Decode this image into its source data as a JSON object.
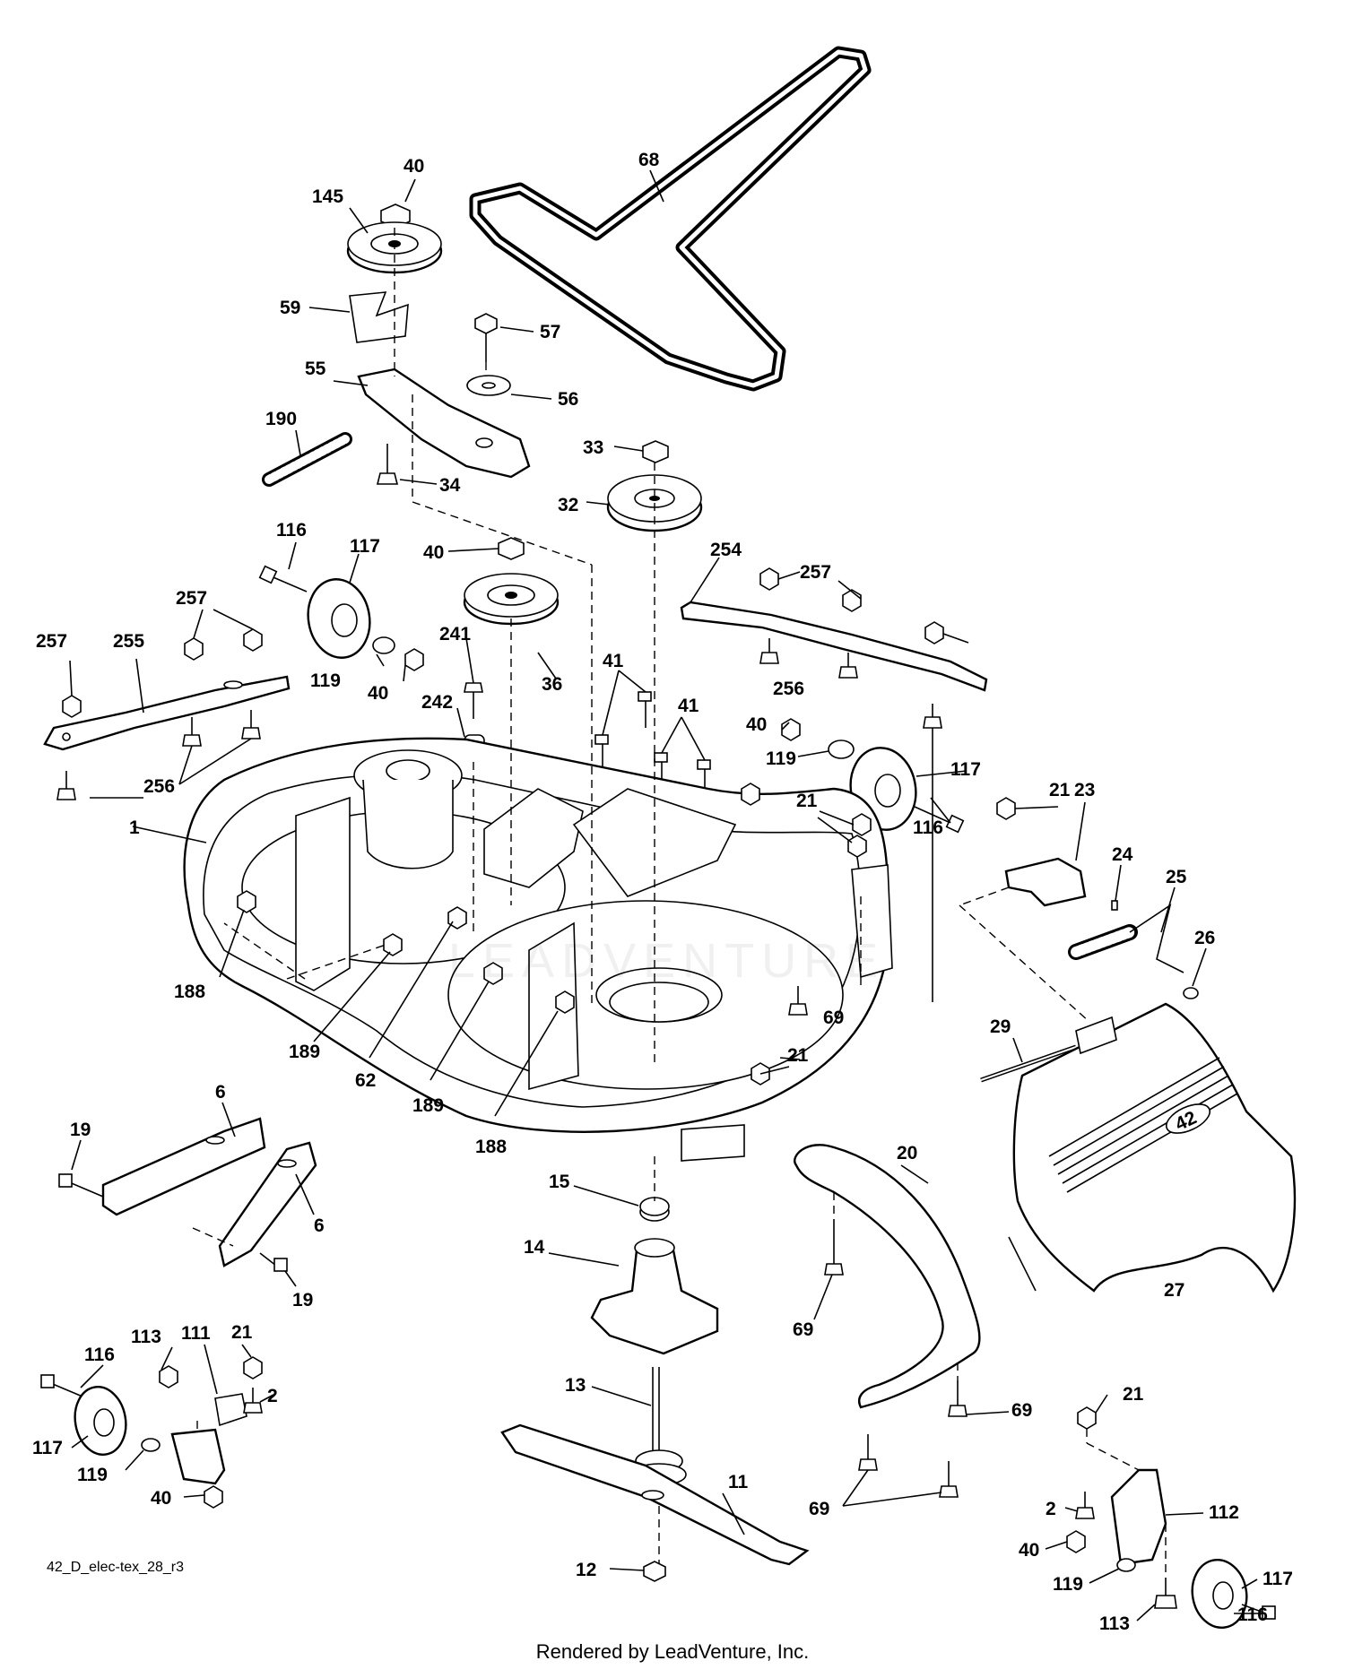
{
  "drawing_code": "42_D_elec-tex_28_r3",
  "footer_text": "Rendered by LeadVenture, Inc.",
  "deck_badge": "42",
  "watermark": "LEADVENTURE",
  "callouts": [
    "68",
    "40",
    "145",
    "59",
    "57",
    "55",
    "56",
    "190",
    "34",
    "33",
    "32",
    "254",
    "257",
    "116",
    "117",
    "40",
    "257",
    "255",
    "257",
    "241",
    "36",
    "41",
    "41",
    "119",
    "40",
    "256",
    "242",
    "256",
    "40",
    "119",
    "117",
    "21",
    "23",
    "1",
    "21",
    "116",
    "24",
    "25",
    "26",
    "188",
    "189",
    "62",
    "189",
    "69",
    "21",
    "29",
    "188",
    "27",
    "6",
    "19",
    "6",
    "19",
    "20",
    "15",
    "14",
    "69",
    "21",
    "113",
    "111",
    "116",
    "2",
    "117",
    "119",
    "40",
    "13",
    "69",
    "21",
    "11",
    "69",
    "112",
    "2",
    "40",
    "119",
    "117",
    "113",
    "116",
    "12"
  ]
}
